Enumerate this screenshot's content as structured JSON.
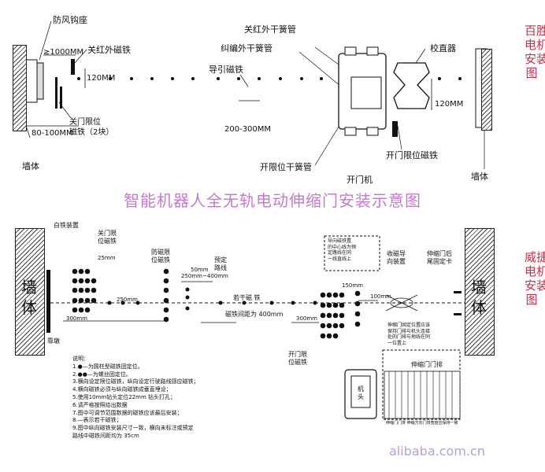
{
  "top": {
    "anti_wind_hook": "防风钩座",
    "min_distance": "≥1000MM",
    "close_infrared_magnet": "关红外磁铁",
    "height_120_left": "120MM",
    "close_limit_magnet": "关门限位\n磁铁（2块）",
    "range_80_100": "80-100MM",
    "wall_left": "墙体",
    "close_infrared_reed": "关红外干簧管",
    "correction_reed": "纠编外干簧管",
    "guide_magnet": "导引磁铁",
    "range_200_300": "200-300MM",
    "open_limit_reed": "开限位干簧管",
    "door_machine": "开门机",
    "open_limit_magnet": "开门限位磁铁",
    "straightener": "校直器",
    "height_120_right": "120MM",
    "wall_right": "墙体"
  },
  "side_top": "百胜\n电机\n安装\n图",
  "side_bottom": "威捷\n电机\n安装\n图",
  "title": "智能机器人全无轨电动伸缩门安装示意图",
  "bottom": {
    "wall_left": "墙体",
    "wall_right": "墙体",
    "white_steel": "白铁装置",
    "close_limit_magnet": "关门限\n位磁铁",
    "pier": "靠墩",
    "anti_magnet": "防磁限\n位磁铁",
    "preset_path": "预定\n路线",
    "d_25mm_a": "25mm",
    "d_50mm": "50mm",
    "d_300mm_a": "300mm",
    "d_250mm": "250mm",
    "d_400mm": "250mm~400mm",
    "magnet_spacing": "磁铁间距为 400mm",
    "several_magnets": "若干磁 铁",
    "d_100mm": "100mm",
    "d_150mm": "150mm",
    "d_300mm_b": "300mm",
    "guide_box": "导向磁铁置\n的中心线为预\n定路线在同\n一线直线上",
    "receive_box": "收磁导\n向装置",
    "telescopic_fixed": "伸缩门后\n尾固定卡",
    "side_box": "伸缩门固定位置应该\n保持门排与机头连接\n处的门排与地线在同\n一位置上",
    "open_limit": "开门限\n位磁铁",
    "gate_row": "伸缩门门排",
    "machine_head": "机\n头",
    "bottom_note": "伸缩门门排 伸缩方向门排宽度应保持一致"
  },
  "notes": {
    "title": "说明：",
    "lines": [
      "1.●—为圆柱型磁铁固定位。",
      "2.●●—为螺丝固定位。",
      "3.横向设定限位磁铁，纵向设定行驶路线感应磁铁；",
      "4.横向磁铁必须与纵向磁铁成垂直埋设；",
      "5.使用10mm钻头定位22mm 钻头打孔；",
      "6.请严格按照给出数据",
      "7.图中可调节范围数据的磁铁应该最后安装；",
      "8.—表示若干磁铁；",
      "9.图中纵向磁铁安装尺寸一致，横向未标注或预定",
      "  路线中磁铁间距均为 35cm"
    ]
  },
  "watermark": "alibaba.com.cn"
}
